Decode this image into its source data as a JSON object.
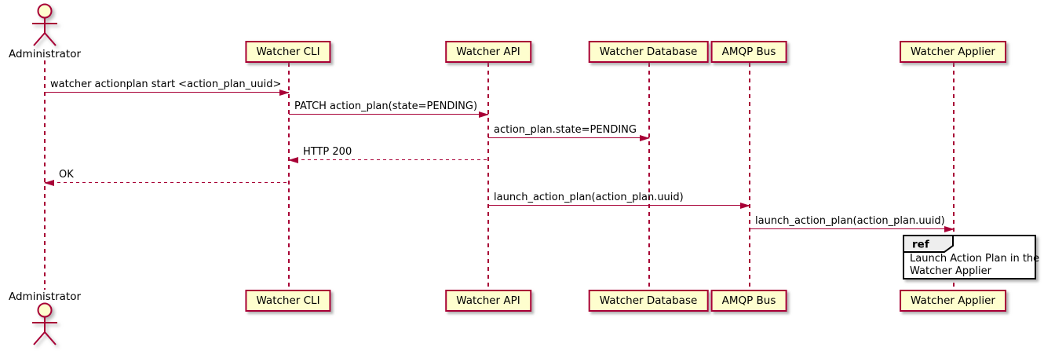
{
  "diagram_type": "sequence-diagram",
  "colors": {
    "participant_fill": "#FEFECE",
    "participant_border": "#A80036",
    "line": "#A80036",
    "text": "#000000",
    "ref_background": "#FFFFFF",
    "ref_border": "#000000",
    "ref_tag_fill": "#EEEEEE"
  },
  "actor": {
    "label": "Administrator"
  },
  "participants": [
    {
      "label": "Watcher CLI"
    },
    {
      "label": "Watcher API"
    },
    {
      "label": "Watcher Database"
    },
    {
      "label": "AMQP Bus"
    },
    {
      "label": "Watcher Applier"
    }
  ],
  "messages": [
    {
      "label": "watcher actionplan start <action_plan_uuid>",
      "from": "Administrator",
      "to": "Watcher CLI",
      "style": "solid"
    },
    {
      "label": "PATCH action_plan(state=PENDING)",
      "from": "Watcher CLI",
      "to": "Watcher API",
      "style": "solid"
    },
    {
      "label": "action_plan.state=PENDING",
      "from": "Watcher API",
      "to": "Watcher Database",
      "style": "solid"
    },
    {
      "label": "HTTP 200",
      "from": "Watcher API",
      "to": "Watcher CLI",
      "style": "dashed"
    },
    {
      "label": "OK",
      "from": "Watcher CLI",
      "to": "Administrator",
      "style": "dashed"
    },
    {
      "label": "launch_action_plan(action_plan.uuid)",
      "from": "Watcher API",
      "to": "AMQP Bus",
      "style": "solid"
    },
    {
      "label": "launch_action_plan(action_plan.uuid)",
      "from": "AMQP Bus",
      "to": "Watcher Applier",
      "style": "solid"
    }
  ],
  "ref": {
    "keyword": "ref",
    "lines": [
      "Launch Action Plan in the",
      "Watcher Applier"
    ]
  }
}
